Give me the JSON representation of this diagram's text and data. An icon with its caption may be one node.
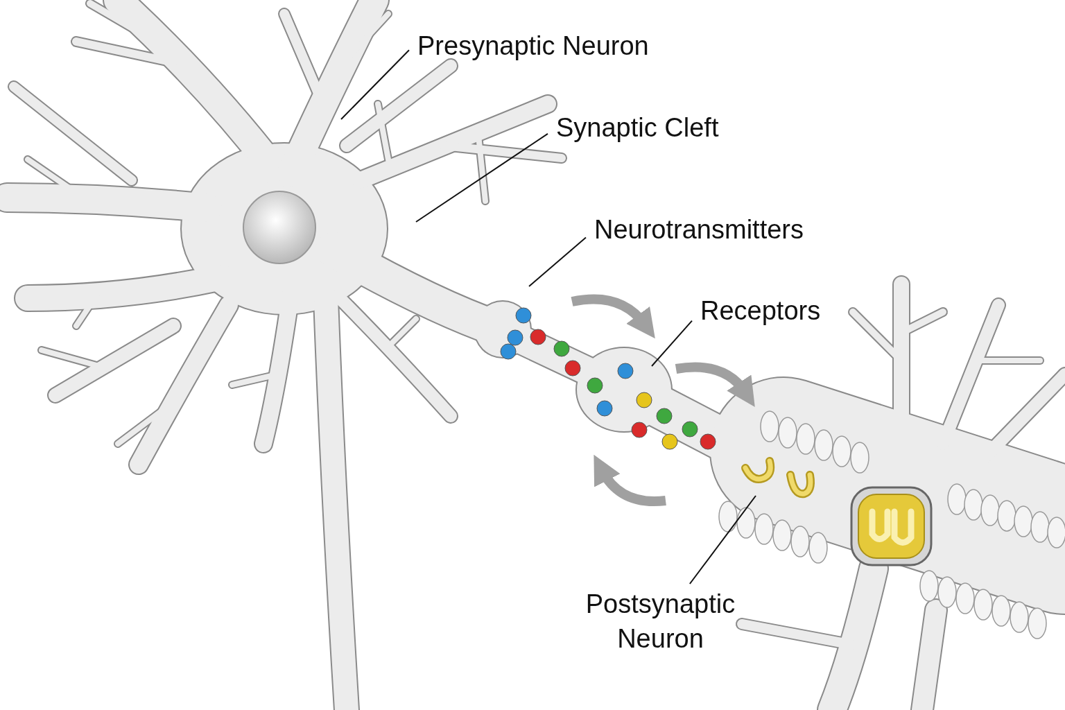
{
  "diagram": {
    "nodes": [
      {
        "text": [
          "Presynaptic Neuron"
        ]
      },
      {
        "text": [
          "Synaptic Cleft"
        ]
      },
      {
        "text": [
          "Neurotransmitters"
        ]
      },
      {
        "text": [
          "Receptors"
        ]
      },
      {
        "text": [
          "Postsynaptic Neuron"
        ]
      }
    ],
    "edges": [
      {
        "from": 0,
        "to": null,
        "arrow": "none"
      },
      {
        "from": 1,
        "to": null,
        "arrow": "none"
      },
      {
        "from": 2,
        "to": null,
        "arrow": "none"
      },
      {
        "from": 3,
        "to": null,
        "arrow": "none"
      },
      {
        "from": 4,
        "to": null,
        "arrow": "none"
      }
    ]
  }
}
